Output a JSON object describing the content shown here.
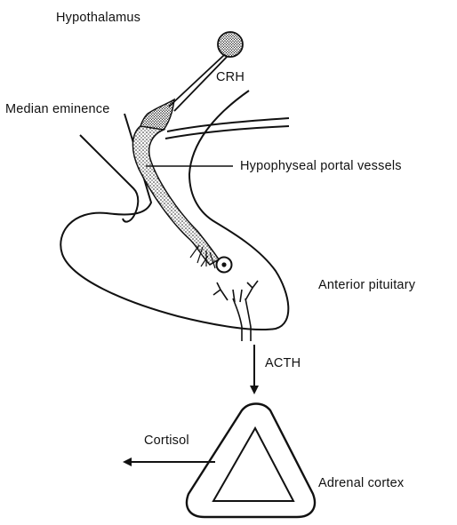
{
  "labels": {
    "hypothalamus": "Hypothalamus",
    "crh": "CRH",
    "median_eminence": "Median eminence",
    "portal_vessels": "Hypophyseal portal vessels",
    "anterior_pituitary": "Anterior pituitary",
    "acth": "ACTH",
    "cortisol": "Cortisol",
    "adrenal_cortex": "Adrenal cortex"
  },
  "colors": {
    "ink": "#111111",
    "background": "#ffffff"
  }
}
